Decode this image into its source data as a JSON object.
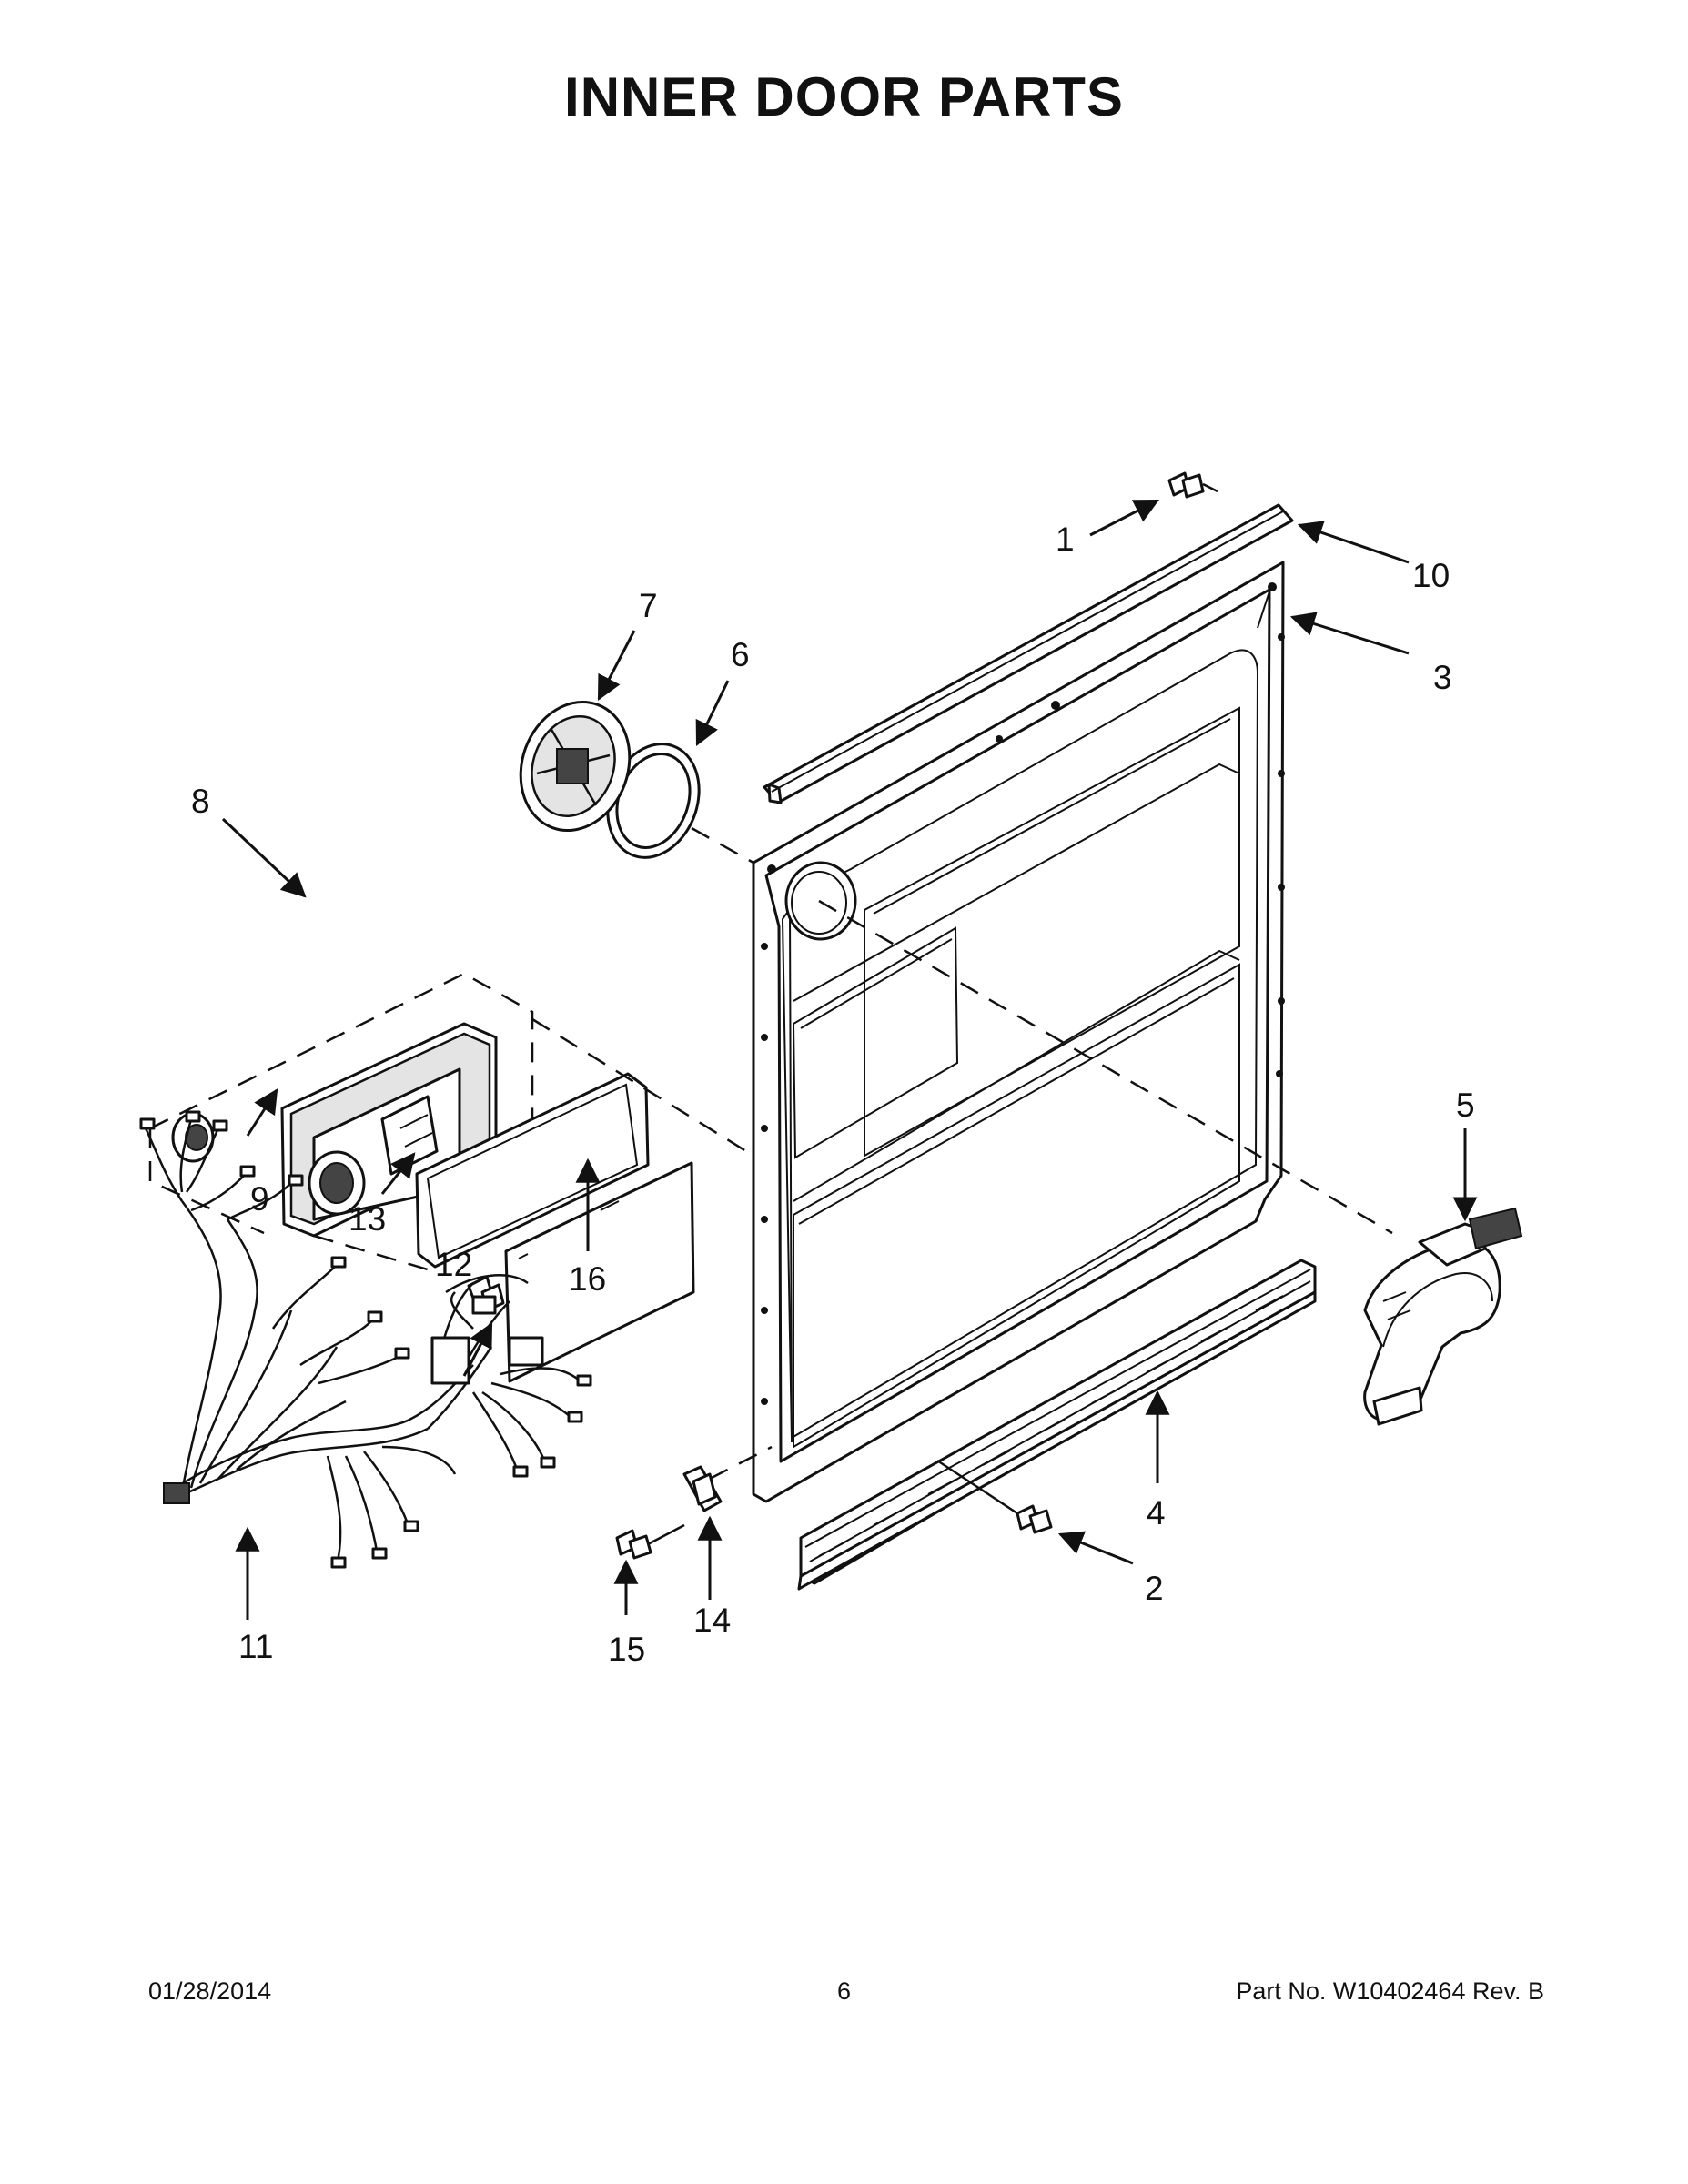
{
  "title": "INNER DOOR PARTS",
  "labels": {
    "l1": "1",
    "l2": "2",
    "l3": "3",
    "l4": "4",
    "l5": "5",
    "l6": "6",
    "l7": "7",
    "l8": "8",
    "l9": "9",
    "l10": "10",
    "l11": "11",
    "l12": "12",
    "l13": "13",
    "l14": "14",
    "l15": "15",
    "l16": "16"
  },
  "footer": {
    "date": "01/28/2014",
    "page": "6",
    "part_no": "Part No.  W10402464   Rev.  B"
  }
}
